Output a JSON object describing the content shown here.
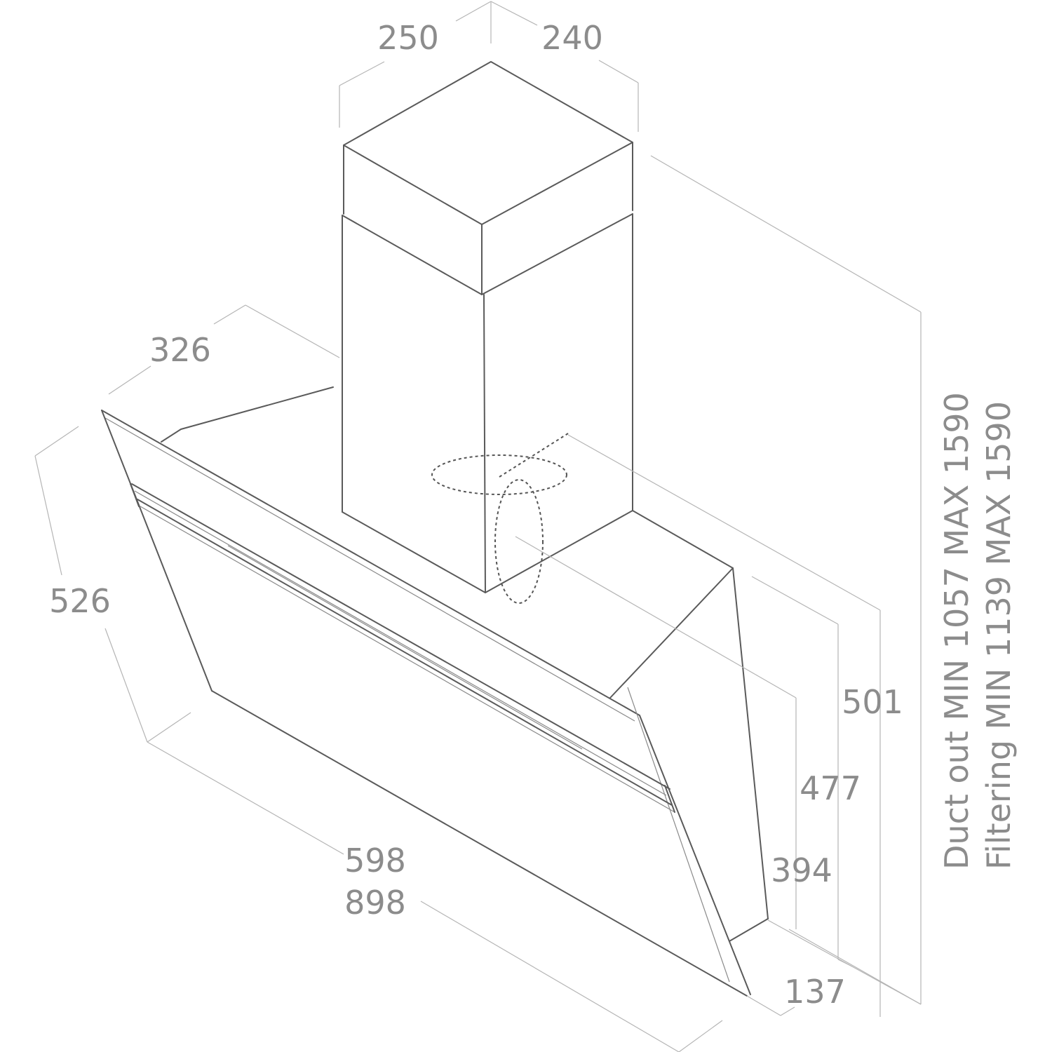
{
  "dimensions": {
    "chimney_depth": "250",
    "chimney_width": "240",
    "canopy_top_depth": "326",
    "canopy_height": "526",
    "width_primary": "598",
    "width_secondary": "898",
    "height_501": "501",
    "height_477": "477",
    "height_394": "394",
    "depth_137": "137"
  },
  "height_range": {
    "duct_out": "Duct out MIN 1057 MAX 1590",
    "filtering": "Filtering MIN 1139 MAX 1590"
  },
  "colors": {
    "outline": "#5a5a5a",
    "dimension_line": "#b5b5b5",
    "label": "#8c8c8c"
  }
}
